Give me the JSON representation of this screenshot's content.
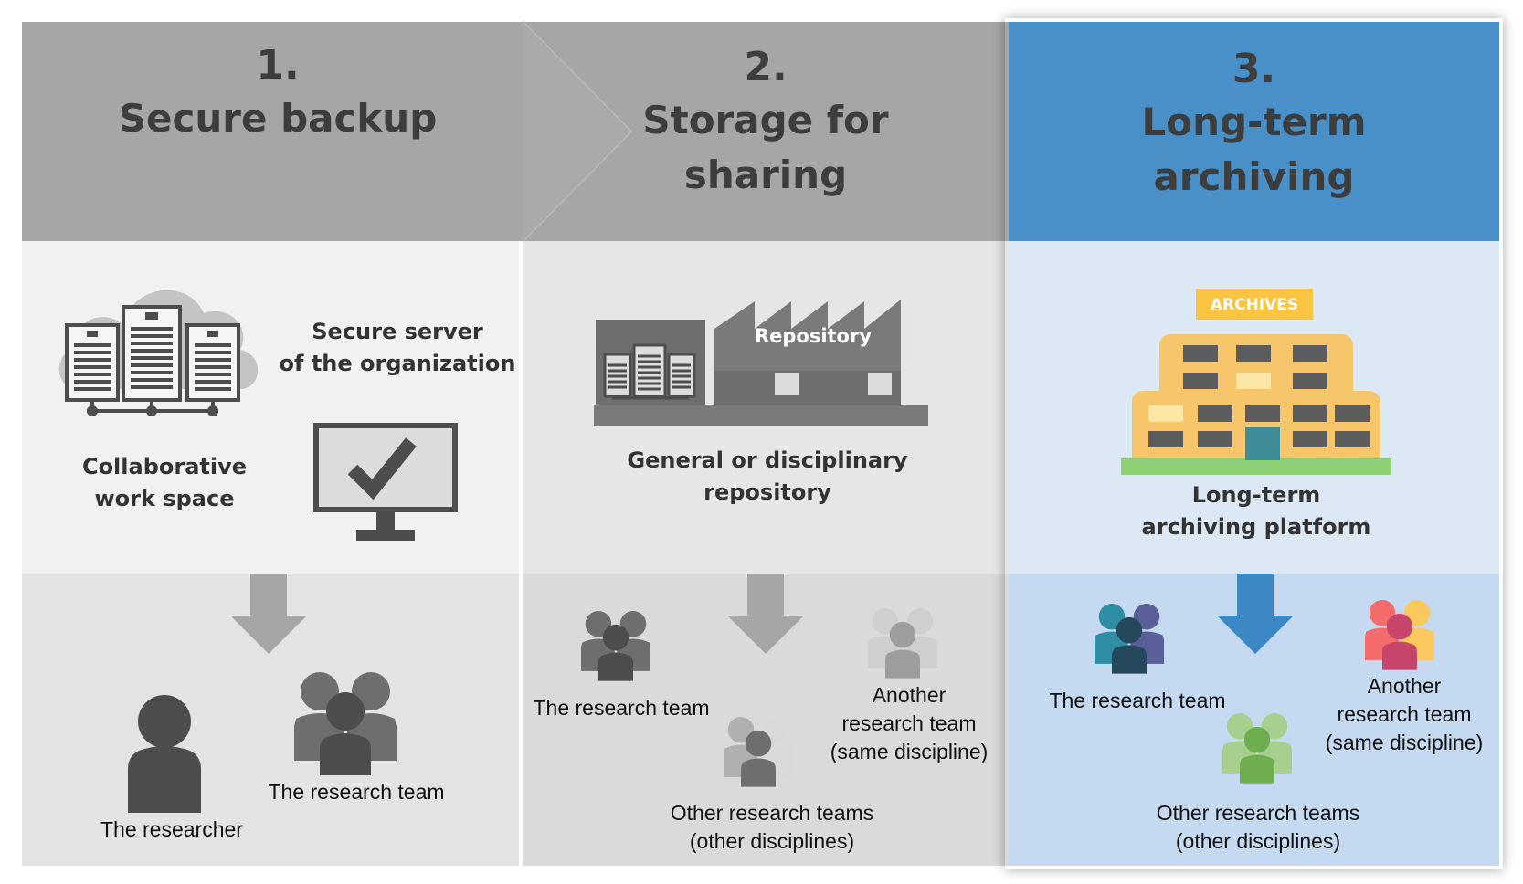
{
  "stages": [
    {
      "number": "1.",
      "title_lines": [
        "Secure backup"
      ],
      "tool_labels": {
        "server": [
          "Secure server",
          "of the organization"
        ],
        "workspace": [
          "Collaborative",
          "work space"
        ]
      },
      "audience": {
        "researcher": "The researcher",
        "research_team": "The research team"
      }
    },
    {
      "number": "2.",
      "title_lines": [
        "Storage for",
        "sharing"
      ],
      "repository_sign": "Repository",
      "tool_label": [
        "General or disciplinary",
        "repository"
      ],
      "audience": {
        "research_team": "The research team",
        "same_discipline": [
          "Another",
          "research team",
          "(same discipline)"
        ],
        "other_disciplines": [
          "Other research teams",
          "(other disciplines)"
        ]
      }
    },
    {
      "number": "3.",
      "title_lines": [
        "Long-term",
        "archiving"
      ],
      "building_sign": "ARCHIVES",
      "tool_label": [
        "Long-term",
        "archiving platform"
      ],
      "audience": {
        "research_team": "The research team",
        "same_discipline": [
          "Another",
          "research team",
          "(same discipline)"
        ],
        "other_disciplines": [
          "Other research teams",
          "(other disciplines)"
        ]
      }
    }
  ],
  "colors": {
    "header_1": "#a6a6a6",
    "header_2": "#a6a6a6",
    "header_3": "#4a90c8",
    "stage3_mid": "#dce9f5",
    "stage3_bottom": "#c5daf0",
    "icon_gray": "#4d4d4d",
    "arrow_blue": "#3c88c4",
    "building": "#f7c56a",
    "title_text": "#3d3d3d"
  }
}
